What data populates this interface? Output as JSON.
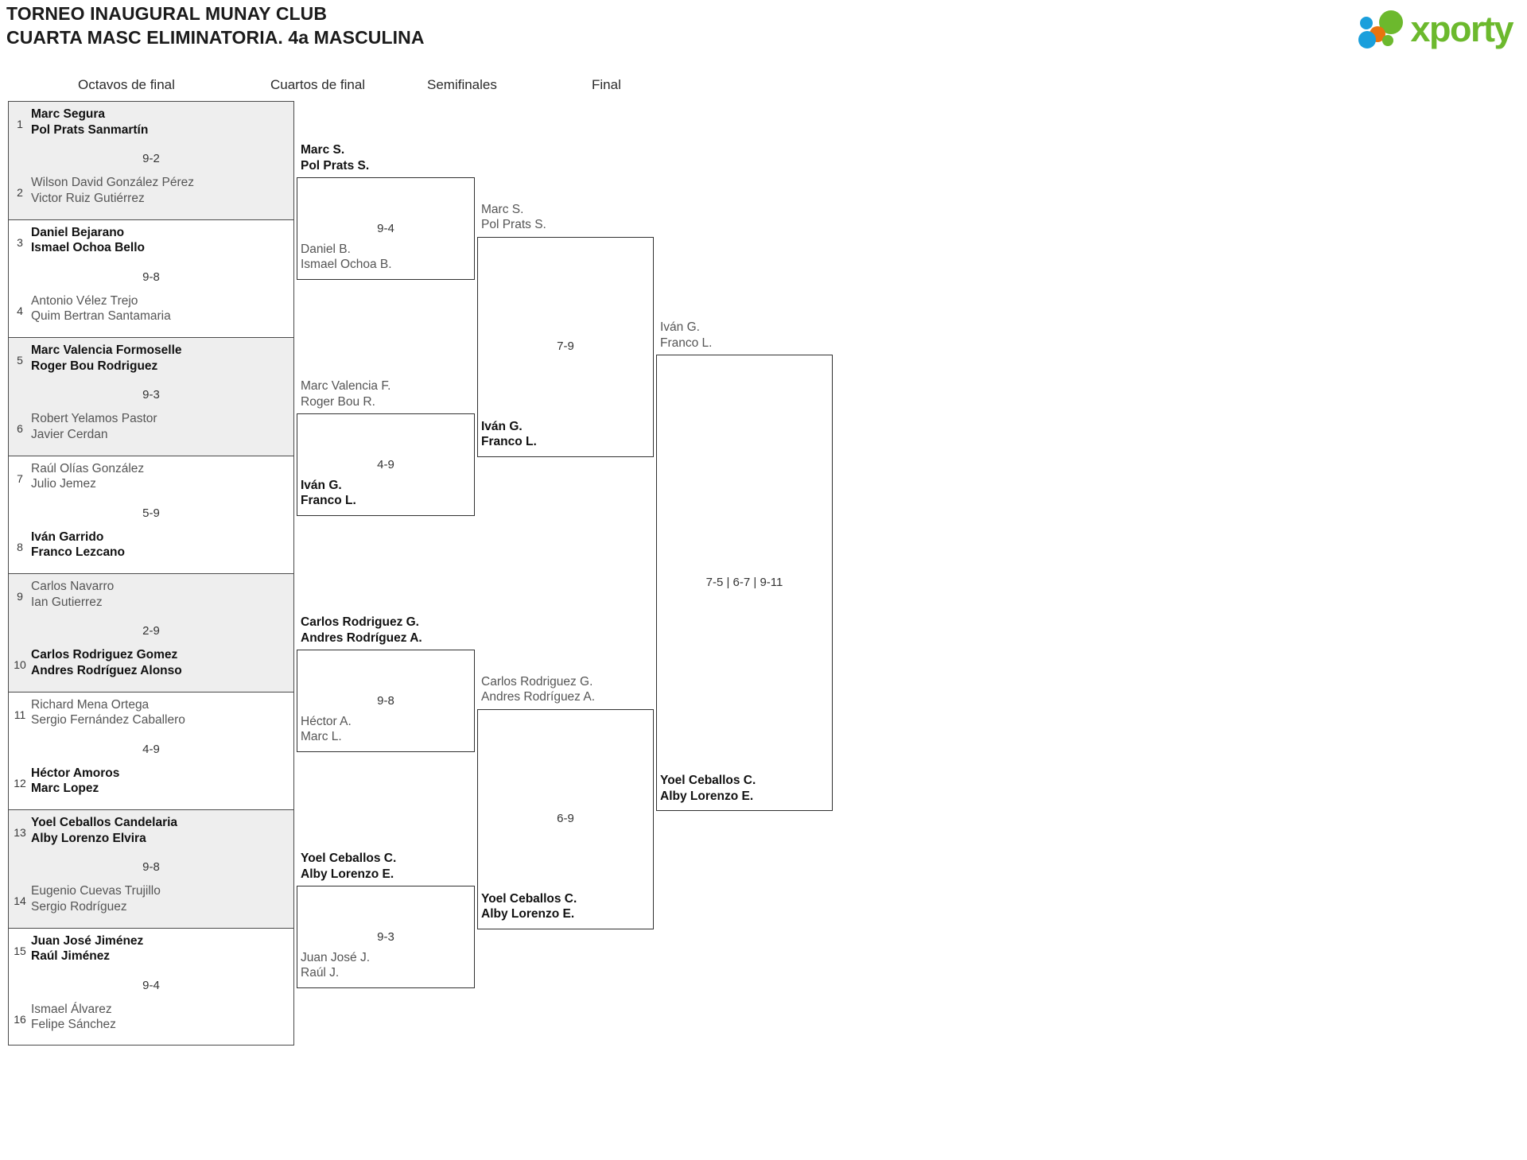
{
  "header": {
    "title_line1": "TORNEO INAUGURAL MUNAY CLUB",
    "title_line2": "CUARTA MASC ELIMINATORIA. 4a MASCULINA",
    "logo_text": "xporty"
  },
  "round_headers": [
    {
      "label": "Octavos de final"
    },
    {
      "label": "Cuartos de final"
    },
    {
      "label": "Semifinales"
    },
    {
      "label": "Final"
    }
  ],
  "round1": {
    "pairs": [
      {
        "score": "9-2",
        "top": {
          "seed": "1",
          "p1": "Marc Segura",
          "p2": "Pol Prats Sanmartín",
          "winner": true
        },
        "bottom": {
          "seed": "2",
          "p1": "Wilson David González Pérez",
          "p2": "Victor Ruiz Gutiérrez",
          "winner": false
        }
      },
      {
        "score": "9-8",
        "top": {
          "seed": "3",
          "p1": "Daniel Bejarano",
          "p2": "Ismael Ochoa Bello",
          "winner": true
        },
        "bottom": {
          "seed": "4",
          "p1": "Antonio Vélez Trejo",
          "p2": "Quim Bertran Santamaria",
          "winner": false
        }
      },
      {
        "score": "9-3",
        "top": {
          "seed": "5",
          "p1": "Marc Valencia Formoselle",
          "p2": "Roger Bou Rodriguez",
          "winner": true
        },
        "bottom": {
          "seed": "6",
          "p1": "Robert Yelamos Pastor",
          "p2": "Javier Cerdan",
          "winner": false
        }
      },
      {
        "score": "5-9",
        "top": {
          "seed": "7",
          "p1": "Raúl Olías González",
          "p2": "Julio Jemez",
          "winner": false
        },
        "bottom": {
          "seed": "8",
          "p1": "Iván Garrido",
          "p2": "Franco Lezcano",
          "winner": true
        }
      },
      {
        "score": "2-9",
        "top": {
          "seed": "9",
          "p1": "Carlos Navarro",
          "p2": "Ian Gutierrez",
          "winner": false
        },
        "bottom": {
          "seed": "10",
          "p1": "Carlos Rodriguez Gomez",
          "p2": "Andres Rodríguez Alonso",
          "winner": true
        }
      },
      {
        "score": "4-9",
        "top": {
          "seed": "11",
          "p1": "Richard Mena Ortega",
          "p2": "Sergio Fernández Caballero",
          "winner": false
        },
        "bottom": {
          "seed": "12",
          "p1": "Héctor Amoros",
          "p2": "Marc Lopez",
          "winner": true
        }
      },
      {
        "score": "9-8",
        "top": {
          "seed": "13",
          "p1": "Yoel Ceballos Candelaria",
          "p2": "Alby Lorenzo Elvira",
          "winner": true
        },
        "bottom": {
          "seed": "14",
          "p1": "Eugenio Cuevas Trujillo",
          "p2": "Sergio Rodríguez",
          "winner": false
        }
      },
      {
        "score": "9-4",
        "top": {
          "seed": "15",
          "p1": "Juan José Jiménez",
          "p2": "Raúl Jiménez",
          "winner": true
        },
        "bottom": {
          "seed": "16",
          "p1": "Ismael Álvarez",
          "p2": "Felipe Sánchez",
          "winner": false
        }
      }
    ]
  },
  "round2": {
    "matches": [
      {
        "score": "9-4",
        "top": {
          "p1": "Marc S.",
          "p2": "Pol Prats S.",
          "winner": true
        },
        "bottom": {
          "p1": "Daniel B.",
          "p2": "Ismael Ochoa B.",
          "winner": false
        }
      },
      {
        "score": "4-9",
        "top": {
          "p1": "Marc Valencia F.",
          "p2": "Roger Bou R.",
          "winner": false
        },
        "bottom": {
          "p1": "Iván G.",
          "p2": "Franco L.",
          "winner": true
        }
      },
      {
        "score": "9-8",
        "top": {
          "p1": "Carlos Rodriguez G.",
          "p2": "Andres Rodríguez A.",
          "winner": true
        },
        "bottom": {
          "p1": "Héctor A.",
          "p2": "Marc L.",
          "winner": false
        }
      },
      {
        "score": "9-3",
        "top": {
          "p1": "Yoel Ceballos C.",
          "p2": "Alby Lorenzo E.",
          "winner": true
        },
        "bottom": {
          "p1": "Juan José J.",
          "p2": "Raúl J.",
          "winner": false
        }
      }
    ]
  },
  "round3": {
    "matches": [
      {
        "score": "7-9",
        "top": {
          "p1": "Marc S.",
          "p2": "Pol Prats S.",
          "winner": false
        },
        "bottom": {
          "p1": "Iván G.",
          "p2": "Franco L.",
          "winner": true
        }
      },
      {
        "score": "6-9",
        "top": {
          "p1": "Carlos Rodriguez G.",
          "p2": "Andres Rodríguez A.",
          "winner": false
        },
        "bottom": {
          "p1": "Yoel Ceballos C.",
          "p2": "Alby Lorenzo E.",
          "winner": true
        }
      }
    ]
  },
  "round4": {
    "matches": [
      {
        "score": "7-5 | 6-7 | 9-11",
        "top": {
          "p1": "Iván G.",
          "p2": "Franco L.",
          "winner": false
        },
        "bottom": {
          "p1": "Yoel Ceballos C.",
          "p2": "Alby Lorenzo E.",
          "winner": true
        }
      }
    ]
  }
}
